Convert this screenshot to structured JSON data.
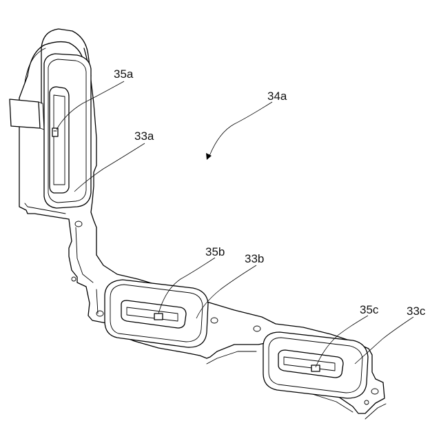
{
  "labels": {
    "assembly": "34a",
    "coil_a": "33a",
    "coil_b": "33b",
    "coil_c": "33c",
    "sensor_a": "35a",
    "sensor_b": "35b",
    "sensor_c": "35c"
  }
}
